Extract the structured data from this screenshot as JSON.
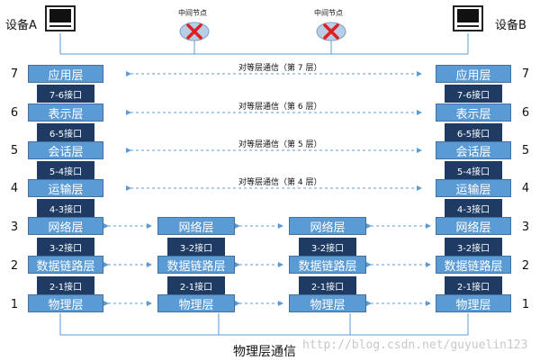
{
  "devices": {
    "a": "设备A",
    "b": "设备B"
  },
  "middle_node_label": "中间节点",
  "layer_numbers": [
    "7",
    "6",
    "5",
    "4",
    "3",
    "2",
    "1"
  ],
  "end_layers": [
    "应用层",
    "表示层",
    "会话层",
    "运输层",
    "网络层",
    "数据链路层",
    "物理层"
  ],
  "end_interfaces": [
    "7-6接口",
    "6-5接口",
    "5-4接口",
    "4-3接口",
    "3-2接口",
    "2-1接口"
  ],
  "mid_layers": [
    "网络层",
    "数据链路层",
    "物理层"
  ],
  "mid_interfaces": [
    "3-2接口",
    "2-1接口"
  ],
  "peer_comms": [
    "对等层通信（第 7 层）",
    "对等层通信（第 6 层）",
    "对等层通信（第 5 层）",
    "对等层通信（第 4 层）"
  ],
  "physical_comm_label": "物理层通信",
  "watermark": "http://blog.csdn.net/guyuelin123",
  "colors": {
    "layer": "#5b9bd5",
    "interface": "#1f3b63",
    "arrow": "#5b9bd5",
    "x_mark": "#e02020"
  }
}
